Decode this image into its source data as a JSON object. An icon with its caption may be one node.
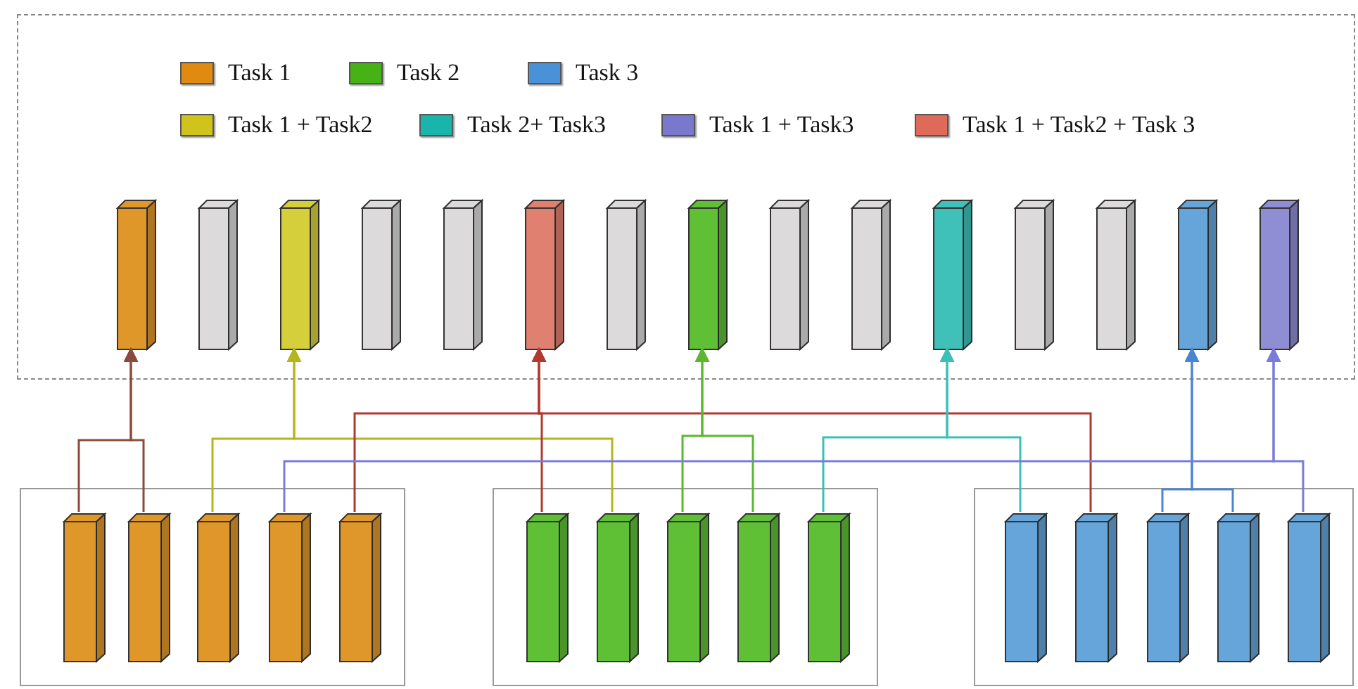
{
  "diagram": {
    "nodes": [
      {
        "text": [],
        "shape": "box"
      },
      {
        "text": [],
        "shape": "bar",
        "in": 0
      },
      {
        "text": [],
        "shape": "bar",
        "in": 0
      },
      {
        "text": [],
        "shape": "bar",
        "in": 0
      },
      {
        "text": [],
        "shape": "bar",
        "in": 0
      },
      {
        "text": [],
        "shape": "bar",
        "in": 0
      },
      {
        "text": [],
        "shape": "bar",
        "in": 0
      },
      {
        "text": [],
        "shape": "bar",
        "in": 0
      },
      {
        "text": [],
        "shape": "bar",
        "in": 0
      },
      {
        "text": [],
        "shape": "bar",
        "in": 0
      },
      {
        "text": [],
        "shape": "bar",
        "in": 0
      },
      {
        "text": [],
        "shape": "bar",
        "in": 0
      },
      {
        "text": [],
        "shape": "bar",
        "in": 0
      },
      {
        "text": [],
        "shape": "bar",
        "in": 0
      },
      {
        "text": [],
        "shape": "bar",
        "in": 0
      },
      {
        "text": [],
        "shape": "bar",
        "in": 0
      },
      {
        "text": [],
        "shape": "box"
      },
      {
        "text": [],
        "shape": "bar",
        "in": 16
      },
      {
        "text": [],
        "shape": "bar",
        "in": 16
      },
      {
        "text": [],
        "shape": "bar",
        "in": 16
      },
      {
        "text": [],
        "shape": "bar",
        "in": 16
      },
      {
        "text": [],
        "shape": "bar",
        "in": 16
      },
      {
        "text": [],
        "shape": "box"
      },
      {
        "text": [],
        "shape": "bar",
        "in": 22
      },
      {
        "text": [],
        "shape": "bar",
        "in": 22
      },
      {
        "text": [],
        "shape": "bar",
        "in": 22
      },
      {
        "text": [],
        "shape": "bar",
        "in": 22
      },
      {
        "text": [],
        "shape": "bar",
        "in": 22
      },
      {
        "text": [],
        "shape": "box"
      },
      {
        "text": [],
        "shape": "bar",
        "in": 28
      },
      {
        "text": [],
        "shape": "bar",
        "in": 28
      },
      {
        "text": [],
        "shape": "bar",
        "in": 28
      },
      {
        "text": [],
        "shape": "bar",
        "in": 28
      },
      {
        "text": [],
        "shape": "bar",
        "in": 28
      }
    ],
    "edges": [
      {
        "from": 17,
        "to": 1,
        "arrow": "to",
        "color": "#8b4a3c"
      },
      {
        "from": 18,
        "to": 1,
        "arrow": "to",
        "color": "#8b4a3c"
      },
      {
        "from": 19,
        "to": 3,
        "arrow": "to",
        "color": "#b5b520"
      },
      {
        "from": 24,
        "to": 3,
        "arrow": "to",
        "color": "#b5b520"
      },
      {
        "from": 21,
        "to": 6,
        "arrow": "to",
        "color": "#b03a2e"
      },
      {
        "from": 23,
        "to": 6,
        "arrow": "to",
        "color": "#b03a2e"
      },
      {
        "from": 30,
        "to": 6,
        "arrow": "to",
        "color": "#b03a2e"
      },
      {
        "from": 25,
        "to": 8,
        "arrow": "to",
        "color": "#5ab82f"
      },
      {
        "from": 26,
        "to": 8,
        "arrow": "to",
        "color": "#5ab82f"
      },
      {
        "from": 27,
        "to": 11,
        "arrow": "to",
        "color": "#3bbfb8"
      },
      {
        "from": 29,
        "to": 11,
        "arrow": "to",
        "color": "#3bbfb8"
      },
      {
        "from": 31,
        "to": 14,
        "arrow": "to",
        "color": "#4a86d0"
      },
      {
        "from": 32,
        "to": 14,
        "arrow": "to",
        "color": "#4a86d0"
      },
      {
        "from": 20,
        "to": 15,
        "arrow": "to",
        "color": "#7b7bd8"
      },
      {
        "from": 33,
        "to": 15,
        "arrow": "to",
        "color": "#7b7bd8"
      }
    ],
    "legend": [
      {
        "text": "Task 1",
        "color": "#e08a10"
      },
      {
        "text": "Task 2",
        "color": "#46b215"
      },
      {
        "text": "Task 3",
        "color": "#4a92d8"
      },
      {
        "text": "Task 1 + Task2",
        "color": "#d0c41c"
      },
      {
        "text": "Task 2+ Task3",
        "color": "#1ab5aa"
      },
      {
        "text": "Task 1 + Task3",
        "color": "#7a78cc"
      },
      {
        "text": "Task 1 + Task2 + Task 3",
        "color": "#e06a5a"
      }
    ]
  }
}
